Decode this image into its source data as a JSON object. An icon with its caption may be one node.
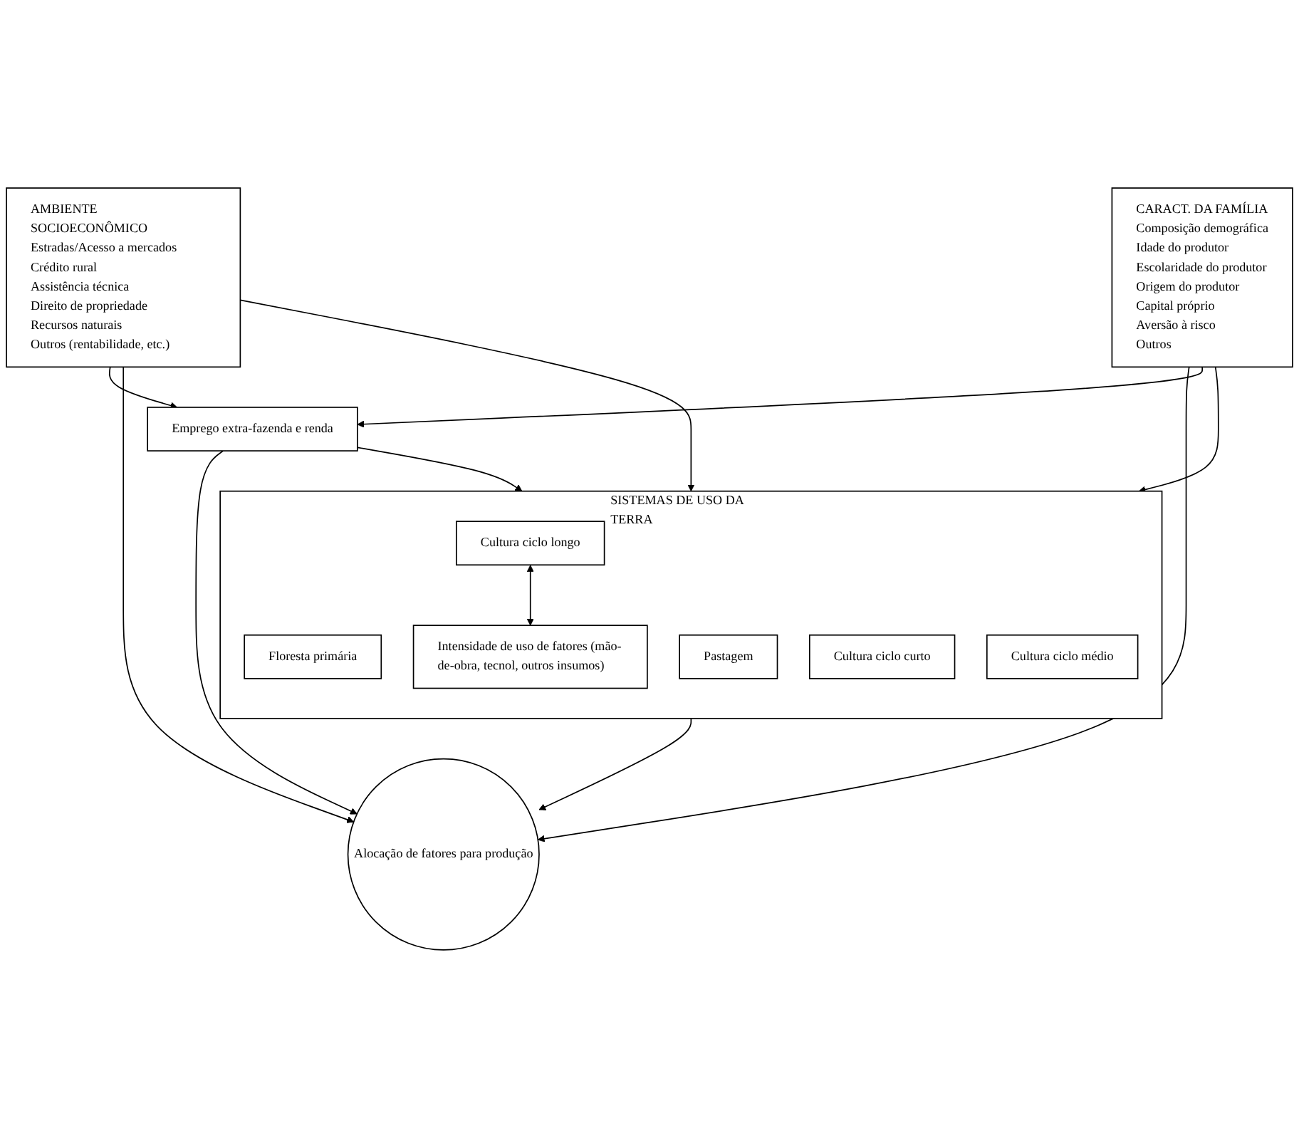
{
  "diagram": {
    "nodes": [
      {
        "text": [
          "AMBIENTE SOCIOECONÔMICO",
          "Estradas/Acesso a mercados",
          "Crédito rural",
          "Assistência técnica",
          "Direito de propriedade",
          "Recursos naturais",
          "Outros (rentabilidade, etc.)"
        ]
      },
      {
        "text": [
          "SISTEMAS DE USO DA TERRA"
        ]
      },
      {
        "text": [
          "Floresta primária"
        ],
        "in": 1
      },
      {
        "text": [
          "Pastagem"
        ],
        "in": 1
      },
      {
        "text": [
          "Cultura ciclo curto"
        ],
        "in": 1
      },
      {
        "text": [
          "Cultura ciclo médio"
        ],
        "in": 1
      },
      {
        "text": [
          "Cultura ciclo longo"
        ],
        "in": 1
      },
      {
        "text": [
          "Intensidade de uso de fatores (mão-de-obra, tecnol, outros insumos)"
        ],
        "in": 1
      },
      {
        "text": [
          "Alocação de fatores para produção"
        ]
      },
      {
        "text": [
          "CARACT. DA FAMÍLIA",
          "Composição demográfica",
          "Idade do produtor",
          "Escolaridade do produtor",
          "Origem do produtor",
          "Capital próprio",
          "Aversão à risco",
          "Outros"
        ]
      },
      {
        "text": [
          "Emprego extra-fazenda e renda"
        ]
      }
    ],
    "edges": [
      {
        "from": 0,
        "to": 1,
        "arrow": "to"
      },
      {
        "from": 0,
        "to": 10,
        "arrow": "to"
      },
      {
        "from": 0,
        "to": 8,
        "arrow": "to"
      },
      {
        "from": 1,
        "to": 8,
        "arrow": "to"
      },
      {
        "from": 6,
        "to": 7,
        "arrow": "both"
      },
      {
        "from": 10,
        "to": 8,
        "arrow": "to"
      },
      {
        "from": 9,
        "to": 8,
        "arrow": "to"
      },
      {
        "from": 9,
        "to": 1,
        "arrow": "to"
      },
      {
        "from": 9,
        "to": 10,
        "arrow": "to"
      },
      {
        "from": 10,
        "to": 1,
        "arrow": "to"
      }
    ]
  }
}
